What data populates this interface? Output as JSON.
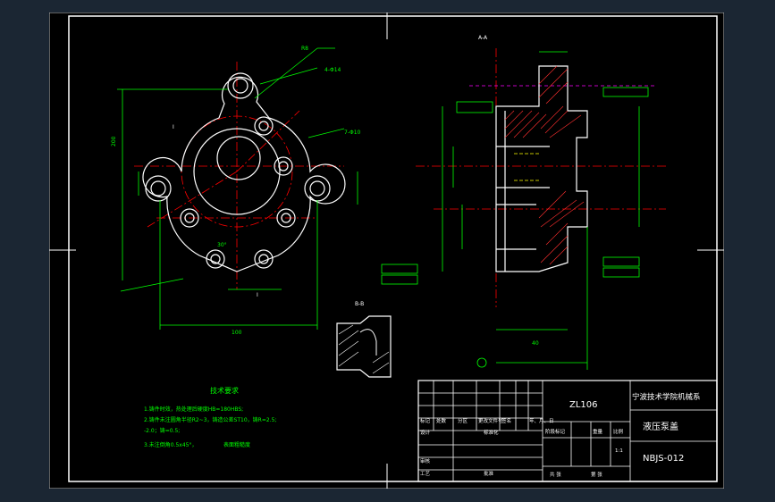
{
  "title_block": {
    "material": "ZL106",
    "school": "宁波技术学院机械系",
    "part_name": "液压泵盖",
    "drawing_no": "NBJS-012",
    "scale": "1:1",
    "row_labels": [
      "标记",
      "处数",
      "分区",
      "更改文件号",
      "签名",
      "年、月、日"
    ],
    "signoff": [
      "设计",
      "标准化",
      "审核",
      "工艺",
      "批准"
    ],
    "stage_headers": [
      "阶段标记",
      "重量",
      "比例"
    ],
    "footer_left": "共  张",
    "footer_right": "第  张"
  },
  "tech_req": {
    "title": "技术要求",
    "line1": "1.铸件时效，热处理后硬度HB=180HBS;",
    "line2": "2.铸件未注圆角半径R2~3，铸造公差ST10，铸R=2.5;",
    "line3": "-2.0；铸=0.5;",
    "line4": "3.未注倒角0.5x45°，",
    "line4_tail": "表面粗糙度"
  },
  "section_label": "A-A",
  "detail_label": "B-B",
  "dims": {
    "width": "100",
    "height": "200",
    "bolt_circle": "4-Φ14",
    "radius": "R8",
    "hole": "7-Φ10",
    "angle": "30°",
    "depth": "40"
  },
  "colors": {
    "sheet": "#000000",
    "frame": "#ffffff",
    "dimension": "#00ff00",
    "centerline": "#ff0000",
    "text": "#ffffff",
    "hidden": "#ffff00",
    "background": "#1b2633",
    "section_hatch": "#ff3030",
    "phantom": "#ff00ff"
  }
}
